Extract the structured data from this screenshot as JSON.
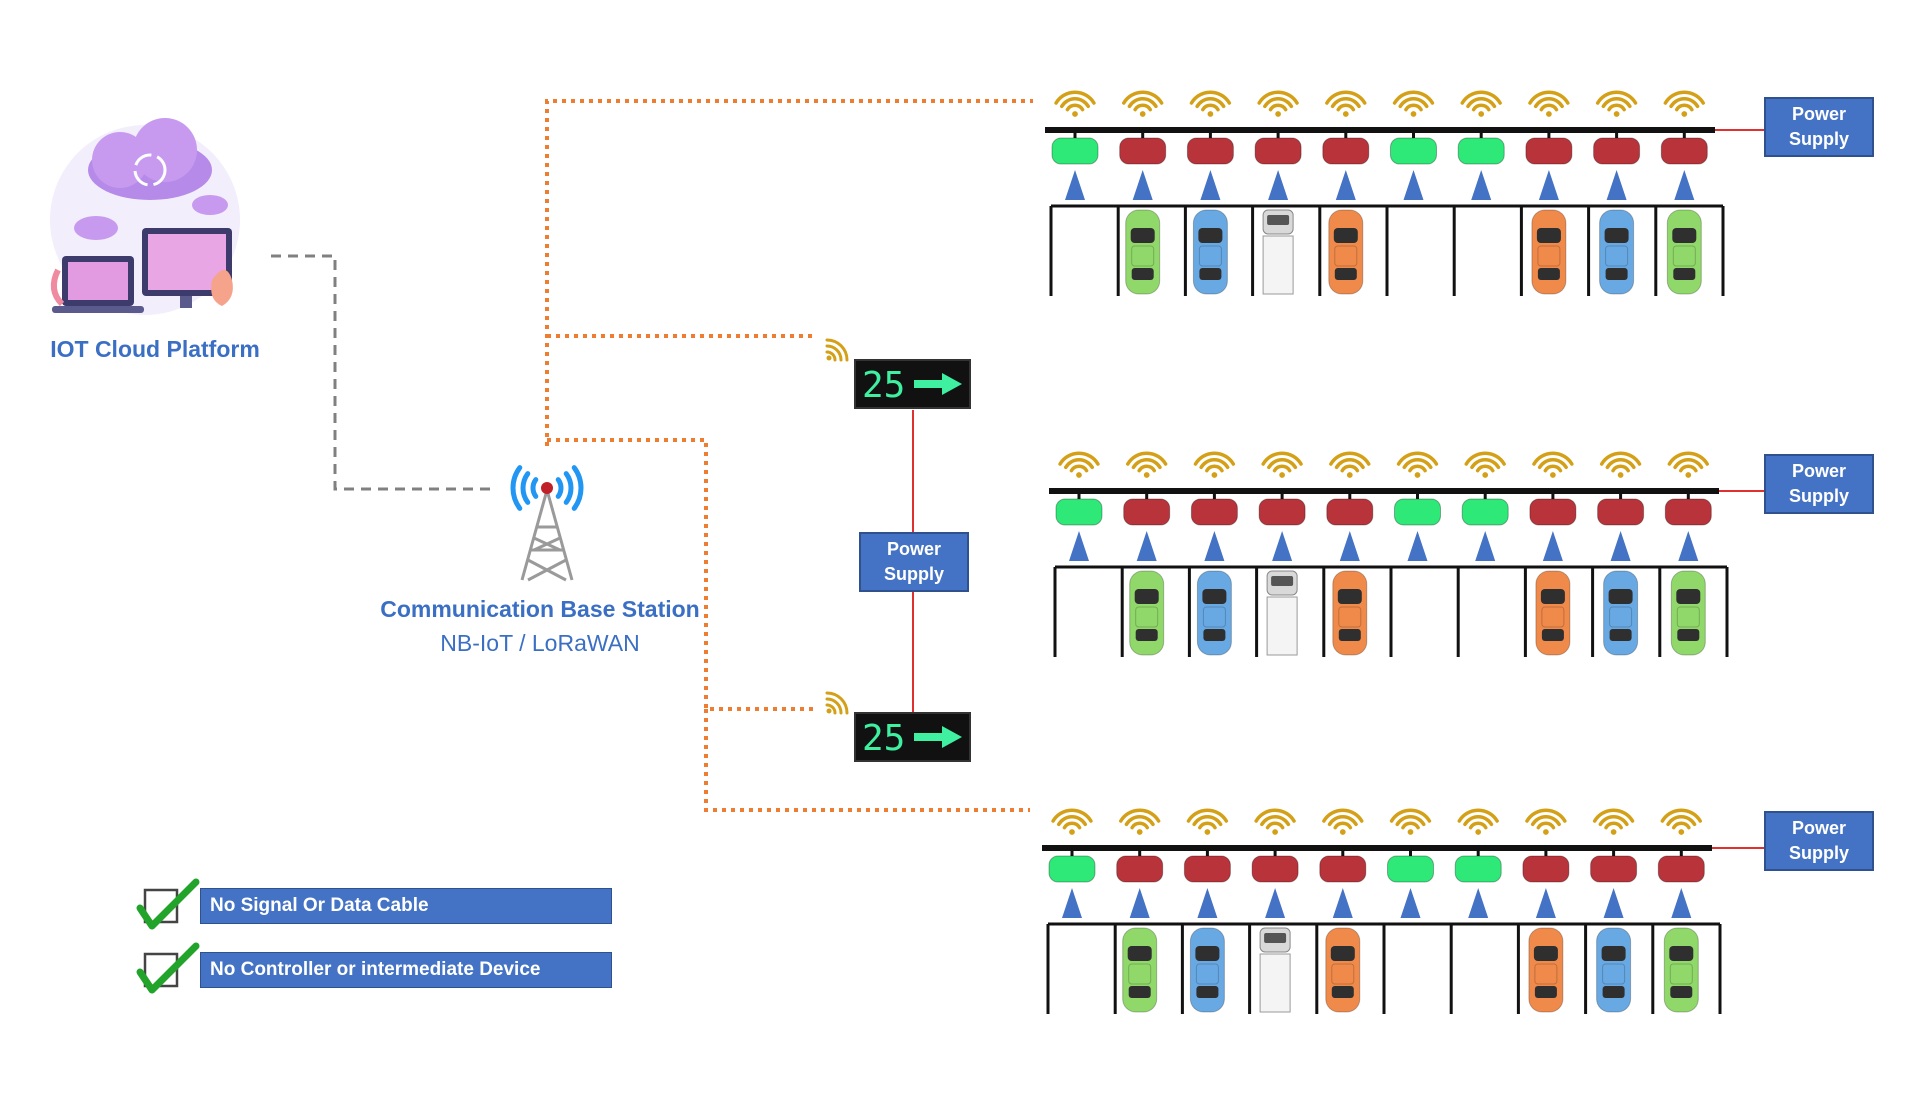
{
  "cloud_platform": {
    "label": "IOT Cloud Platform"
  },
  "base_station": {
    "title": "Communication Base Station",
    "subtitle": "NB-IoT / LoRaWAN"
  },
  "power_supply": {
    "line1": "Power",
    "line2": "Supply"
  },
  "guidance_displays": [
    {
      "value": "25",
      "icon": "arrow-right-icon"
    },
    {
      "value": "25",
      "icon": "arrow-right-icon"
    }
  ],
  "features": [
    {
      "label": "No Signal Or Data Cable",
      "icon": "checkmark-icon"
    },
    {
      "label": "No Controller or intermediate Device",
      "icon": "checkmark-icon"
    }
  ],
  "parking_rows": [
    {
      "indicators": [
        "green",
        "red",
        "red",
        "red",
        "red",
        "green",
        "green",
        "red",
        "red",
        "red"
      ],
      "bays": [
        "empty",
        "car-green",
        "car-blue",
        "truck-white",
        "car-orange",
        "empty",
        "empty",
        "car-orange",
        "car-blue",
        "car-green"
      ]
    },
    {
      "indicators": [
        "green",
        "red",
        "red",
        "red",
        "red",
        "green",
        "green",
        "red",
        "red",
        "red"
      ],
      "bays": [
        "empty",
        "car-green",
        "car-blue",
        "truck-white",
        "car-orange",
        "empty",
        "empty",
        "car-orange",
        "car-blue",
        "car-green"
      ]
    },
    {
      "indicators": [
        "green",
        "red",
        "red",
        "red",
        "red",
        "green",
        "green",
        "red",
        "red",
        "red"
      ],
      "bays": [
        "empty",
        "car-green",
        "car-blue",
        "truck-white",
        "car-orange",
        "empty",
        "empty",
        "car-orange",
        "car-blue",
        "car-green"
      ]
    }
  ],
  "colors": {
    "link_dotted": "#ed7d31",
    "link_dashed": "#808080",
    "accent_blue": "#4472c4",
    "label_blue": "#3b6fc4",
    "power_line": "#e03030",
    "wifi": "#d4a017",
    "indicator_green": "#2ee878",
    "indicator_red": "#b9333b",
    "sensor_triangle": "#4472c4",
    "check": "#22a32a",
    "car_green": "#90d86a",
    "car_blue": "#69a9e3",
    "car_orange": "#f08a4b",
    "truck_white": "#f4f4f4"
  }
}
